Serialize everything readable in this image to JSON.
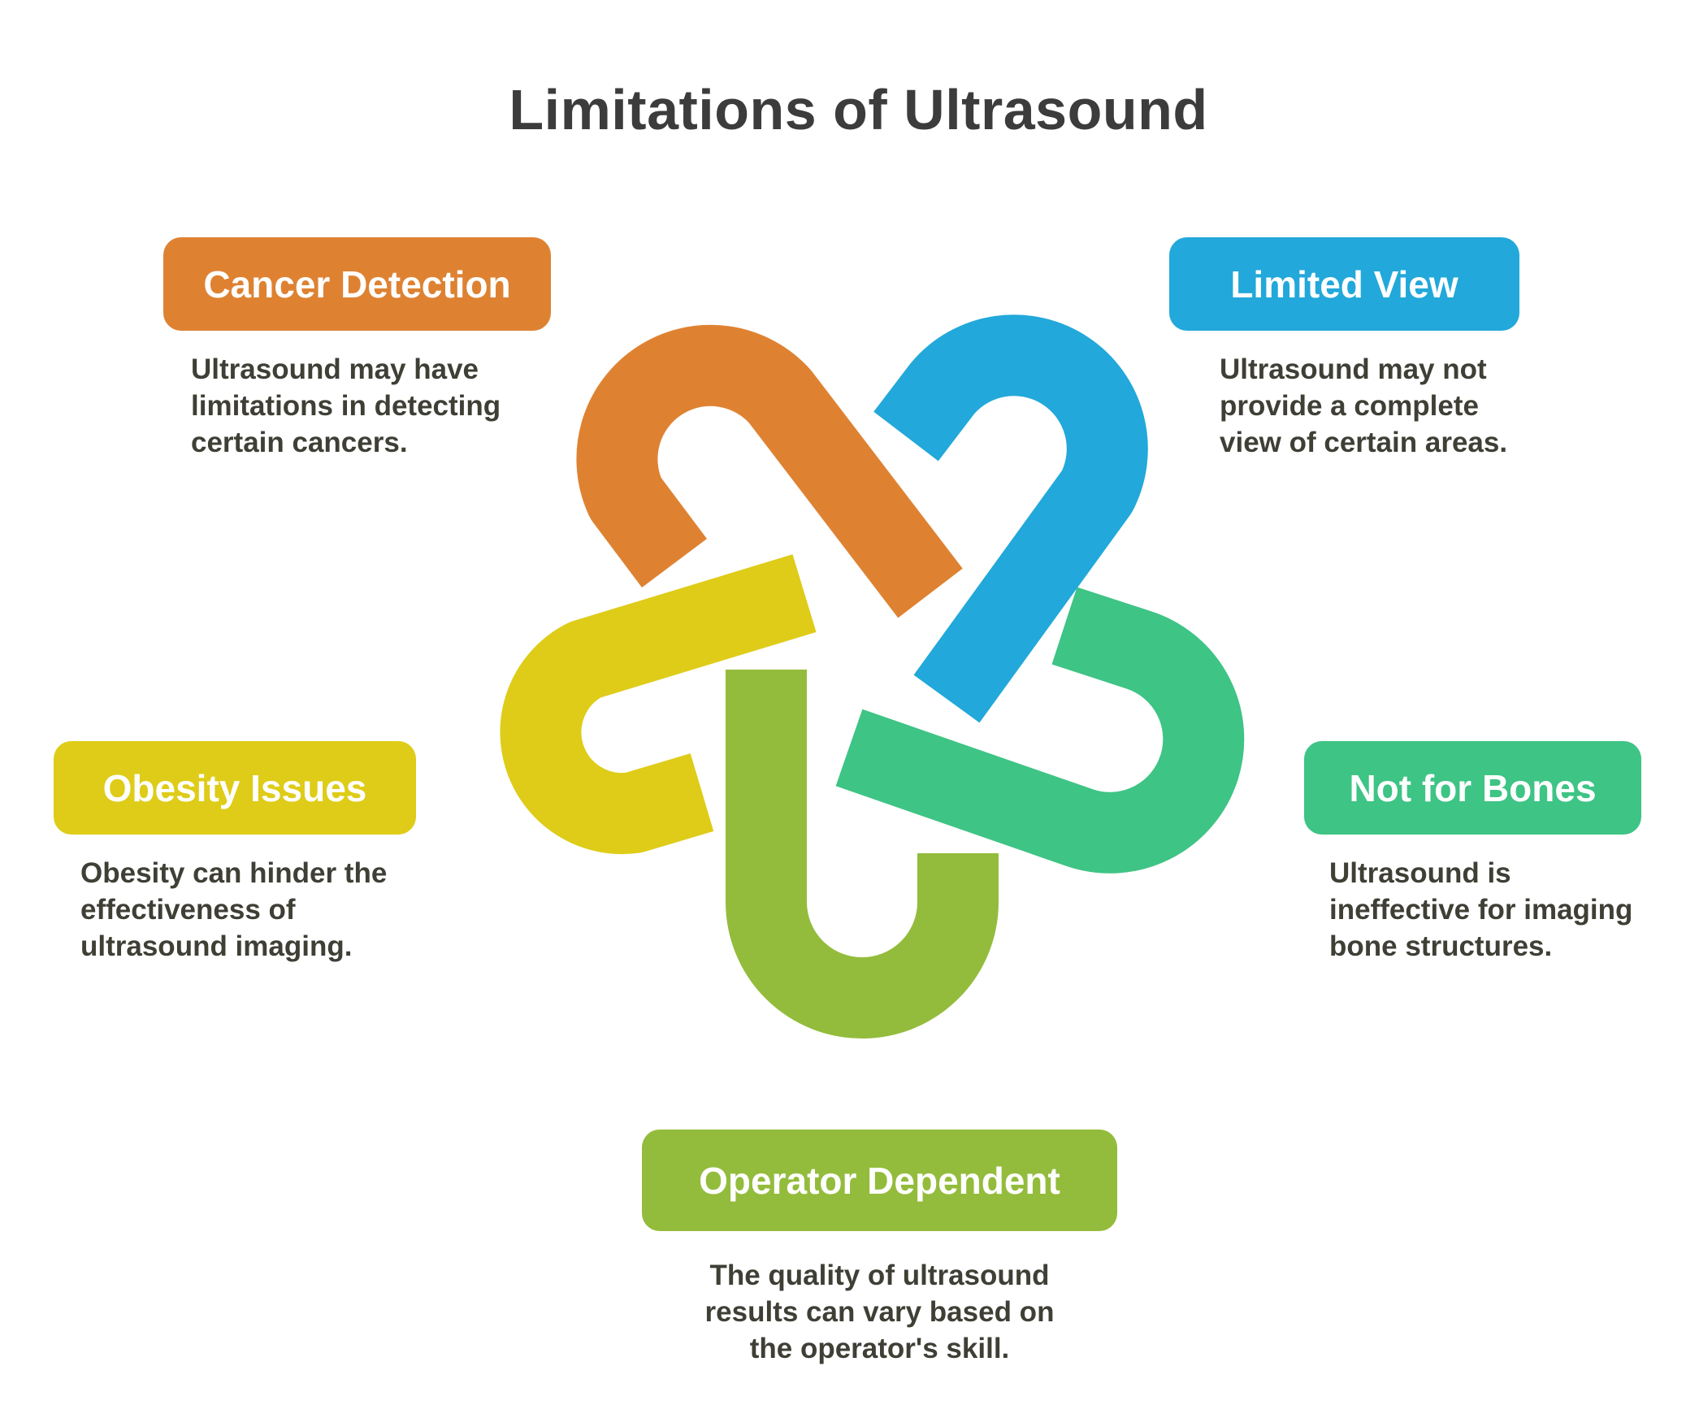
{
  "title": "Limitations of Ultrasound",
  "colors": {
    "orange": "#DE8232",
    "blue": "#22A8DA",
    "teal": "#3EC485",
    "green": "#93BC3C",
    "yellow": "#DECC18",
    "title_text": "#3C3C3C",
    "body_text": "#3F3F36"
  },
  "items": [
    {
      "name": "Cancer Detection",
      "color": "#DE8232",
      "description": [
        "Ultrasound may have",
        "limitations in detecting",
        "certain cancers."
      ]
    },
    {
      "name": "Limited View",
      "color": "#22A8DA",
      "description": [
        "Ultrasound may not",
        "provide a complete",
        "view of certain areas."
      ]
    },
    {
      "name": "Not for Bones",
      "color": "#3EC485",
      "description": [
        "Ultrasound is",
        "ineffective for imaging",
        "bone structures."
      ]
    },
    {
      "name": "Operator Dependent",
      "color": "#93BC3C",
      "description": [
        "The quality of ultrasound",
        "results can vary based on",
        "the operator's skill."
      ]
    },
    {
      "name": "Obesity Issues",
      "color": "#DECC18",
      "description": [
        "Obesity can hinder the",
        "effectiveness of",
        "ultrasound imaging."
      ]
    }
  ]
}
